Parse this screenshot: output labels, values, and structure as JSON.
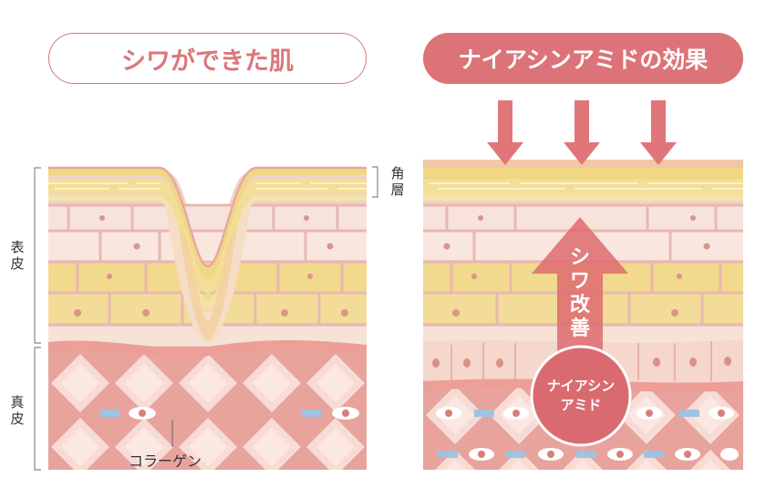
{
  "left_panel": {
    "title": "シワができた肌",
    "label_stratum_corneum": "角層",
    "label_epidermis": "表皮",
    "label_dermis": "真皮",
    "label_collagen": "コラーゲン"
  },
  "right_panel": {
    "title": "ナイアシンアミドの効果",
    "arrow_text": "シワ改善",
    "circle_text_line1": "ナイアシン",
    "circle_text_line2": "アミド"
  },
  "colors": {
    "title_accent": "#dc7378",
    "corneum_yellow": "#f2db8a",
    "epidermis_pink": "#f4d6cf",
    "cell_yellow": "#f1dc96",
    "dermis_pink": "#e9a7a0",
    "dermis_light": "#f6d8d2",
    "fiber_blue": "#9fc3df",
    "nucleus": "#d88f86"
  }
}
